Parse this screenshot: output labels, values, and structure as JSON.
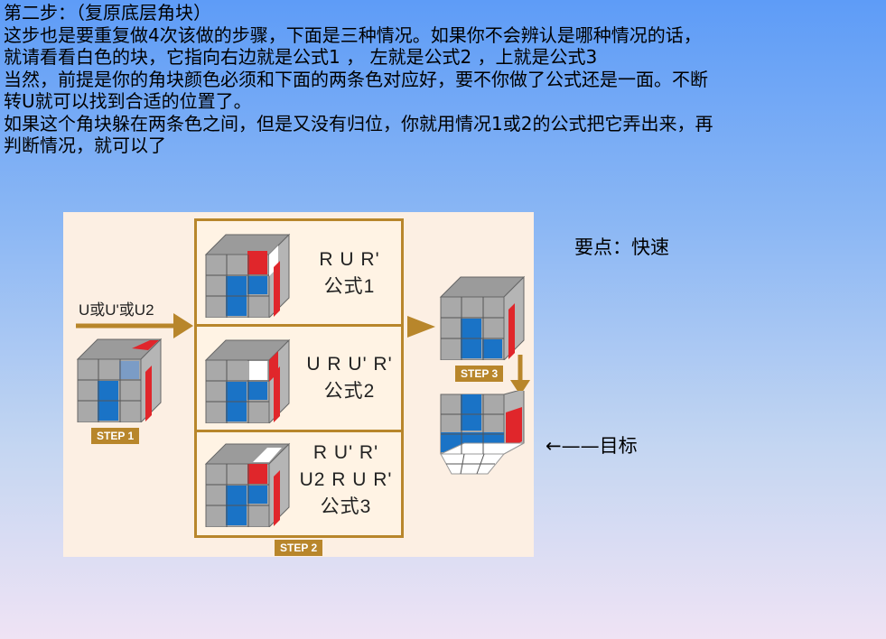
{
  "text": {
    "lines": [
      "第二步：（复原底层角块）",
      "这步也是要重复做4次该做的步骤，下面是三种情况。如果你不会辨认是哪种情况的话，",
      "就请看看白色的块，它指向右边就是公式1 ， 左就是公式2 ，上就是公式3",
      "当然，前提是你的角块颜色必须和下面的两条色对应好，要不你做了公式还是一面。不断",
      "转U就可以找到合适的位置了。",
      "如果这个角块躲在两条色之间，但是又没有归位，你就用情况1或2的公式把它弄出来，再",
      "判断情况，就可以了"
    ]
  },
  "note": "要点：快速",
  "target_label": "←——目标",
  "diagram": {
    "move_label": "U或U'或U2",
    "step1": "STEP 1",
    "step2": "STEP 2",
    "step3": "STEP 3",
    "case1": {
      "line1": "R U R'",
      "line2": "公式1"
    },
    "case2": {
      "line1": "U R U' R'",
      "line2": "公式2"
    },
    "case3": {
      "line1": "R U' R'",
      "line2": "U2 R U R'",
      "line3": "公式3"
    },
    "colors": {
      "frame": "#b8862b",
      "blue": "#1a73c6",
      "red": "#e0262b",
      "grey": "#a9a9a9",
      "white": "#ffffff"
    }
  }
}
